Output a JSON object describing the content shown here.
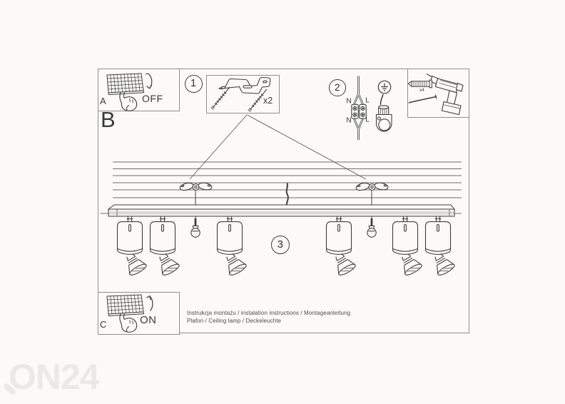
{
  "page": {
    "watermark": "ON24"
  },
  "switch_steps": {
    "a": {
      "label": "A",
      "state": "OFF"
    },
    "b": {
      "label": "B"
    },
    "c": {
      "label": "C",
      "state": "ON"
    }
  },
  "assembly_steps": {
    "step1": {
      "number": "1",
      "quantity": "x2"
    },
    "step2": {
      "number": "2",
      "wire_terminals": {
        "n_top": "N",
        "l_top": "L",
        "n_bottom": "N",
        "l_bottom": "L"
      }
    },
    "step3": {
      "number": "3"
    }
  },
  "tools": {
    "dowel_quantity": "x4"
  },
  "footer": {
    "line1": "Instrukcja montażu / instalation instructions / Montageanleitung",
    "line2": "Plafon / Ceiling lamp / Deckeleuchte"
  },
  "colors": {
    "line_art": "#3f3f3f",
    "frame_border": "#8f8f8f",
    "watermark": "#ece9e5"
  }
}
